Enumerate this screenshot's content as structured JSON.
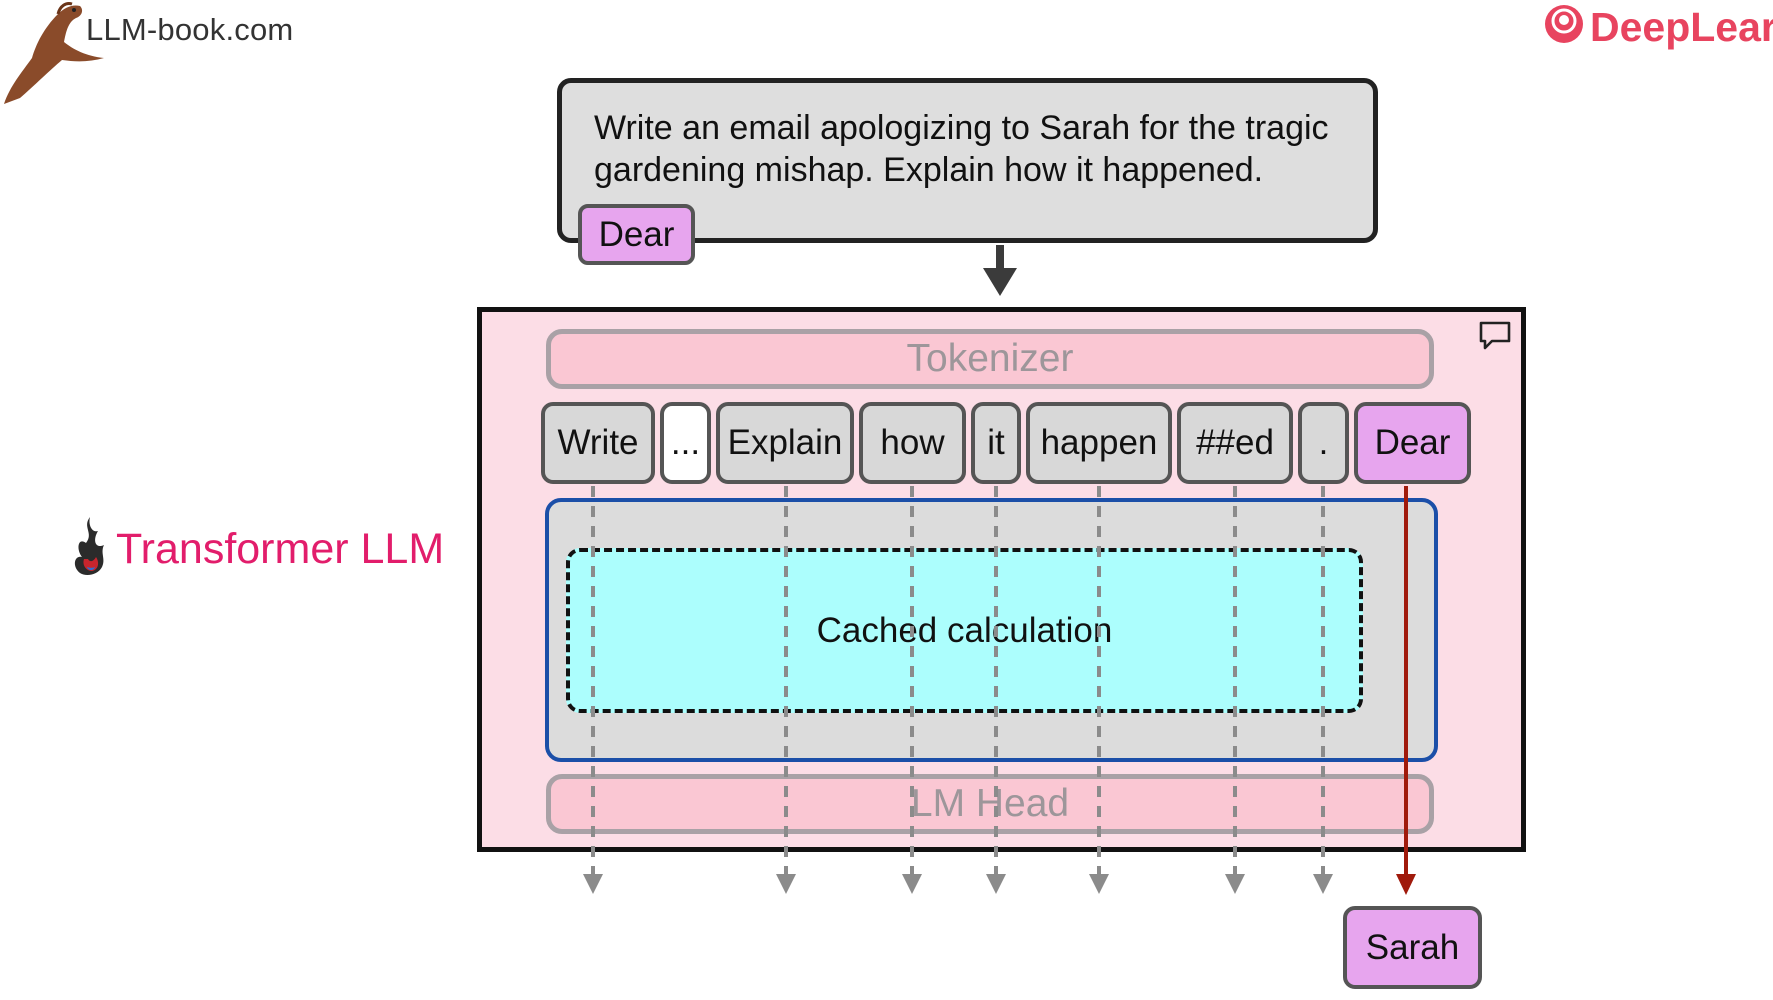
{
  "brand": {
    "left_text": "LLM-book.com",
    "right_text": "DeepLearn"
  },
  "diagram": {
    "side_label": "Transformer LLM",
    "prompt": "Write an email apologizing to Sarah for the tragic gardening mishap. Explain how it happened.",
    "prompt_token": "Dear",
    "tokenizer_label": "Tokenizer",
    "lm_head_label": "LM Head",
    "cached_label": "Cached calculation",
    "tokens": [
      "Write",
      "...",
      "Explain",
      "how",
      "it",
      "happen",
      "##ed",
      ".",
      "Dear"
    ],
    "output_token": "Sarah"
  },
  "colors": {
    "accent_pink": "#e21d6b",
    "brand_red": "#e8445f",
    "token_purple": "#e7a5ee",
    "cache_cyan": "#acfefd",
    "core_border_blue": "#1b4fa8",
    "new_token_arrow": "#a01a0c"
  }
}
